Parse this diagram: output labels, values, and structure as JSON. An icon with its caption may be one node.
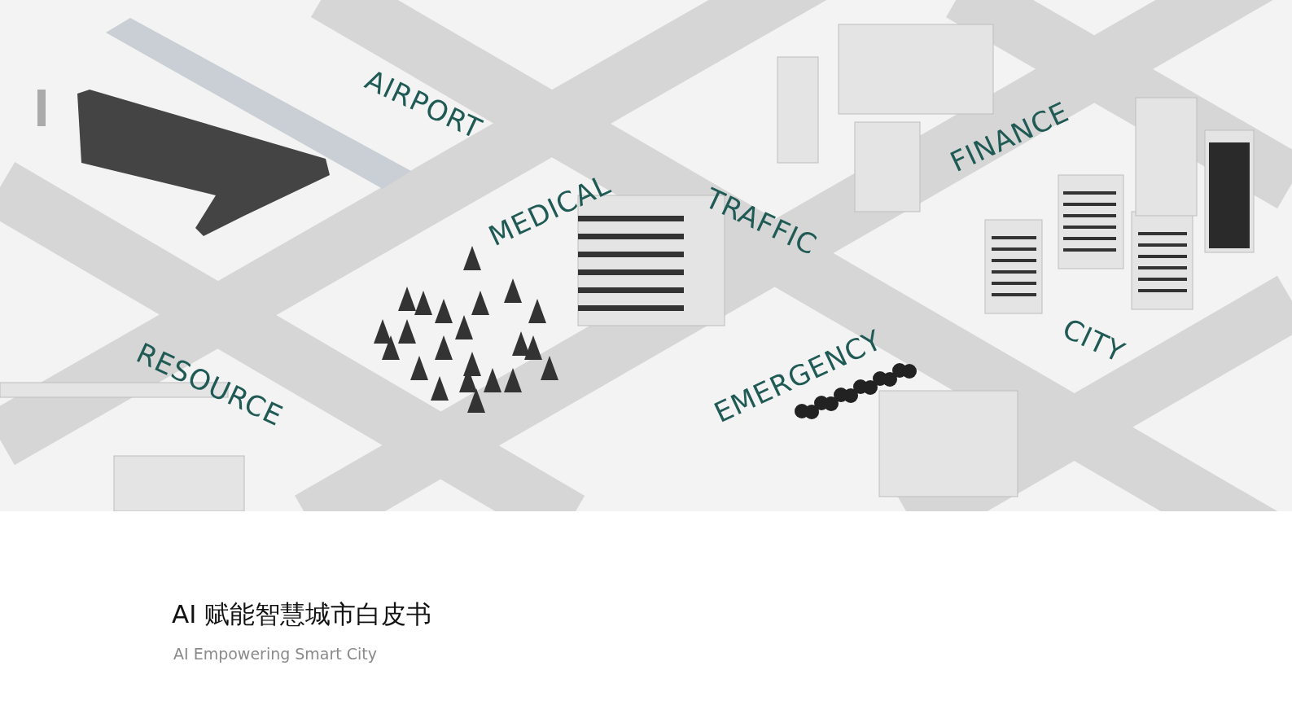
{
  "diagram": {
    "title": "AI 赋能智慧城市白皮书",
    "labels": [
      "AIRPORT",
      "FINANCE",
      "MEDICAL",
      "TRAFFIC",
      "CITY",
      "RESOURCE",
      "EMERGENCY",
      "AI Empowering Smart City"
    ]
  }
}
